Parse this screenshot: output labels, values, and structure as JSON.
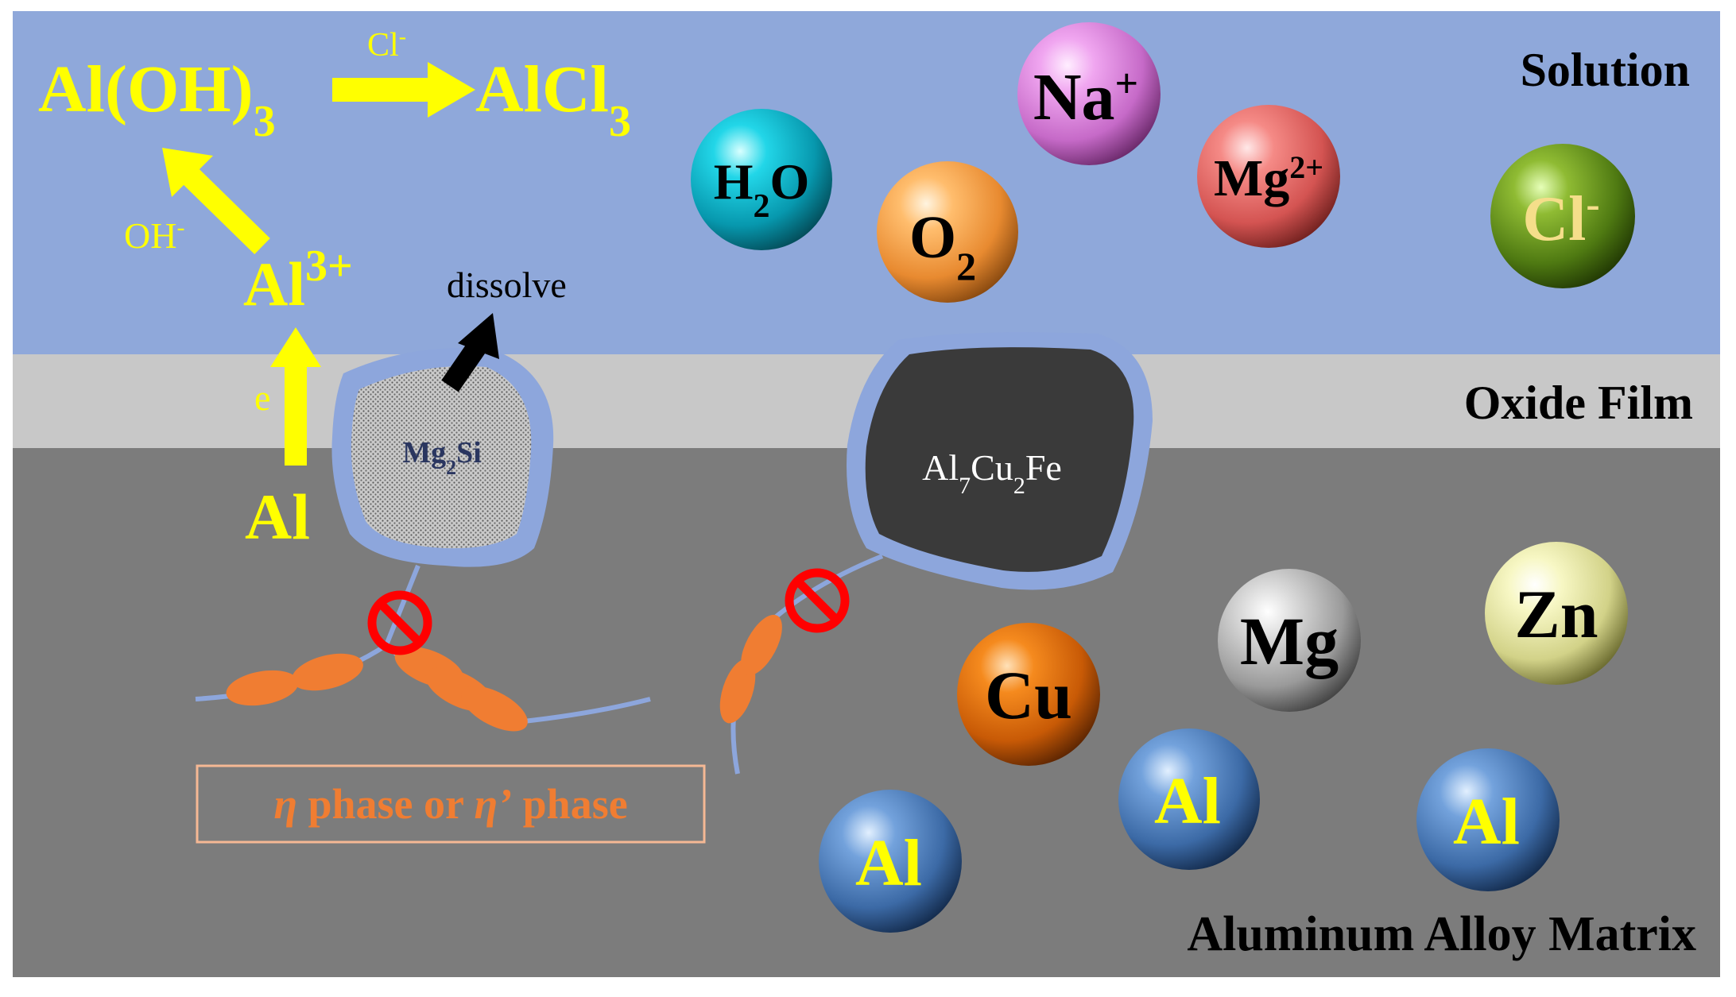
{
  "colors": {
    "solution": "#8fa8da",
    "oxide_film": "#c8c8c8",
    "matrix": "#7c7c7c",
    "reaction_yellow": "#ffff00",
    "phase_orange": "#f07d32",
    "inhibit_red": "#ff0000",
    "film_blue": "#8da6dc",
    "particle_dark": "#3a3a3a"
  },
  "layers": {
    "solution": "Solution",
    "oxide_film": "Oxide Film",
    "matrix": "Aluminum Alloy Matrix"
  },
  "reactions": {
    "hydroxide_base": "Al(OH)",
    "hydroxide_sub": "3",
    "chloride_base": "AlCl",
    "chloride_sub": "3",
    "chloride_reagent_base": "Cl",
    "chloride_reagent_sup": "-",
    "hydroxyl_reagent_base": "OH",
    "hydroxyl_reagent_sup": "-",
    "ion_base": "Al",
    "ion_sup": "3+",
    "electron": "e",
    "metal": "Al",
    "dissolve": "dissolve"
  },
  "precipitates": {
    "mg2si": {
      "a": "Mg",
      "sub": "2",
      "b": "Si"
    },
    "al7cu2fe": {
      "a": "Al",
      "sub1": "7",
      "b": "Cu",
      "sub2": "2",
      "c": "Fe"
    },
    "phase_label_eta": "η",
    "phase_label_mid": " phase or ",
    "phase_label_eta2": "η’",
    "phase_label_end": " phase"
  },
  "spheres": {
    "h2o": {
      "a": "H",
      "sub": "2",
      "b": "O",
      "icon": "water-molecule-sphere"
    },
    "o2": {
      "a": "O",
      "sub": "2",
      "icon": "oxygen-molecule-sphere"
    },
    "na": {
      "a": "Na",
      "sup": "+",
      "icon": "sodium-ion-sphere"
    },
    "mg_ion": {
      "a": "Mg",
      "sup": "2+",
      "icon": "magnesium-ion-sphere"
    },
    "cl": {
      "a": "Cl",
      "sup": "-",
      "icon": "chloride-ion-sphere"
    },
    "mg": {
      "a": "Mg",
      "icon": "magnesium-atom-sphere"
    },
    "zn": {
      "a": "Zn",
      "icon": "zinc-atom-sphere"
    },
    "cu": {
      "a": "Cu",
      "icon": "copper-atom-sphere"
    },
    "al1": {
      "a": "Al",
      "icon": "aluminum-atom-sphere"
    },
    "al2": {
      "a": "Al",
      "icon": "aluminum-atom-sphere"
    },
    "al3": {
      "a": "Al",
      "icon": "aluminum-atom-sphere"
    }
  }
}
